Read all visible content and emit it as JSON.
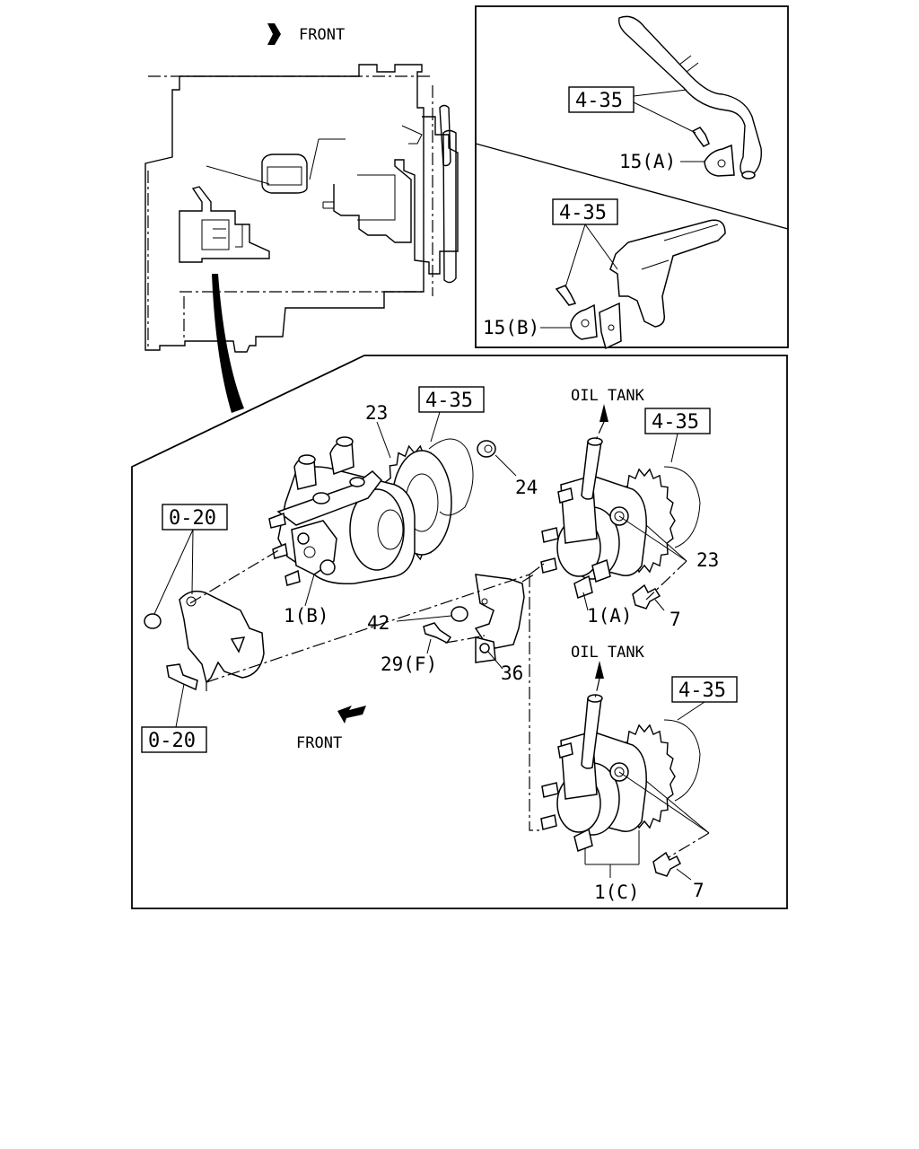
{
  "labels": {
    "front_top": "FRONT",
    "front_bottom": "FRONT",
    "oil_tank_1": "OIL TANK",
    "oil_tank_2": "OIL TANK"
  },
  "ref_boxes": {
    "r435_inset_a": "4-35",
    "r435_inset_b": "4-35",
    "r435_pump_b": "4-35",
    "r435_pump_a": "4-35",
    "r435_pump_c": "4-35",
    "r020_upper": "0-20",
    "r020_lower": "0-20"
  },
  "callouts": {
    "c15a": "15(A)",
    "c15b": "15(B)",
    "c23_left": "23",
    "c23_right": "23",
    "c24": "24",
    "c1b": "1(B)",
    "c1a": "1(A)",
    "c1c": "1(C)",
    "c7_upper": "7",
    "c7_lower": "7",
    "c42": "42",
    "c29f": "29(F)",
    "c36": "36"
  }
}
